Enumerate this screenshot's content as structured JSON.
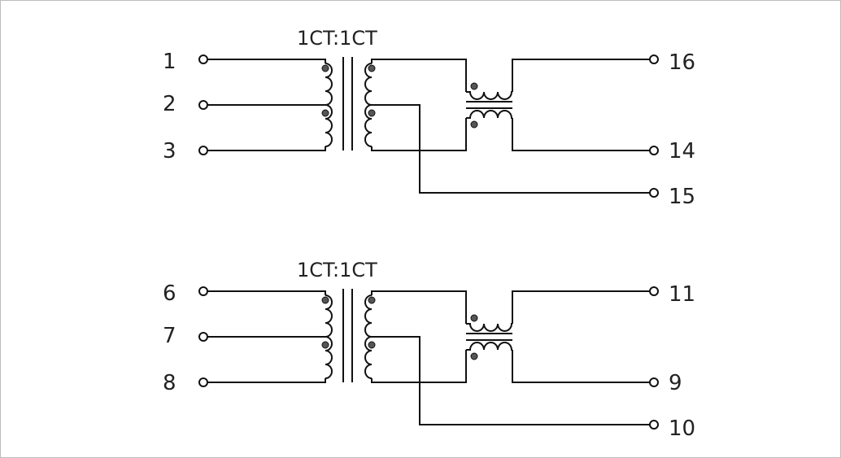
{
  "circuits": [
    {
      "ratio": "1CT:1CT",
      "pins": {
        "top_left": "1",
        "mid_left": "2",
        "bot_left": "3",
        "top_right": "16",
        "mid_right": "14",
        "bot_right": "15"
      }
    },
    {
      "ratio": "1CT:1CT",
      "pins": {
        "top_left": "6",
        "mid_left": "7",
        "bot_left": "8",
        "top_right": "11",
        "mid_right": "9",
        "bot_right": "10"
      }
    }
  ]
}
